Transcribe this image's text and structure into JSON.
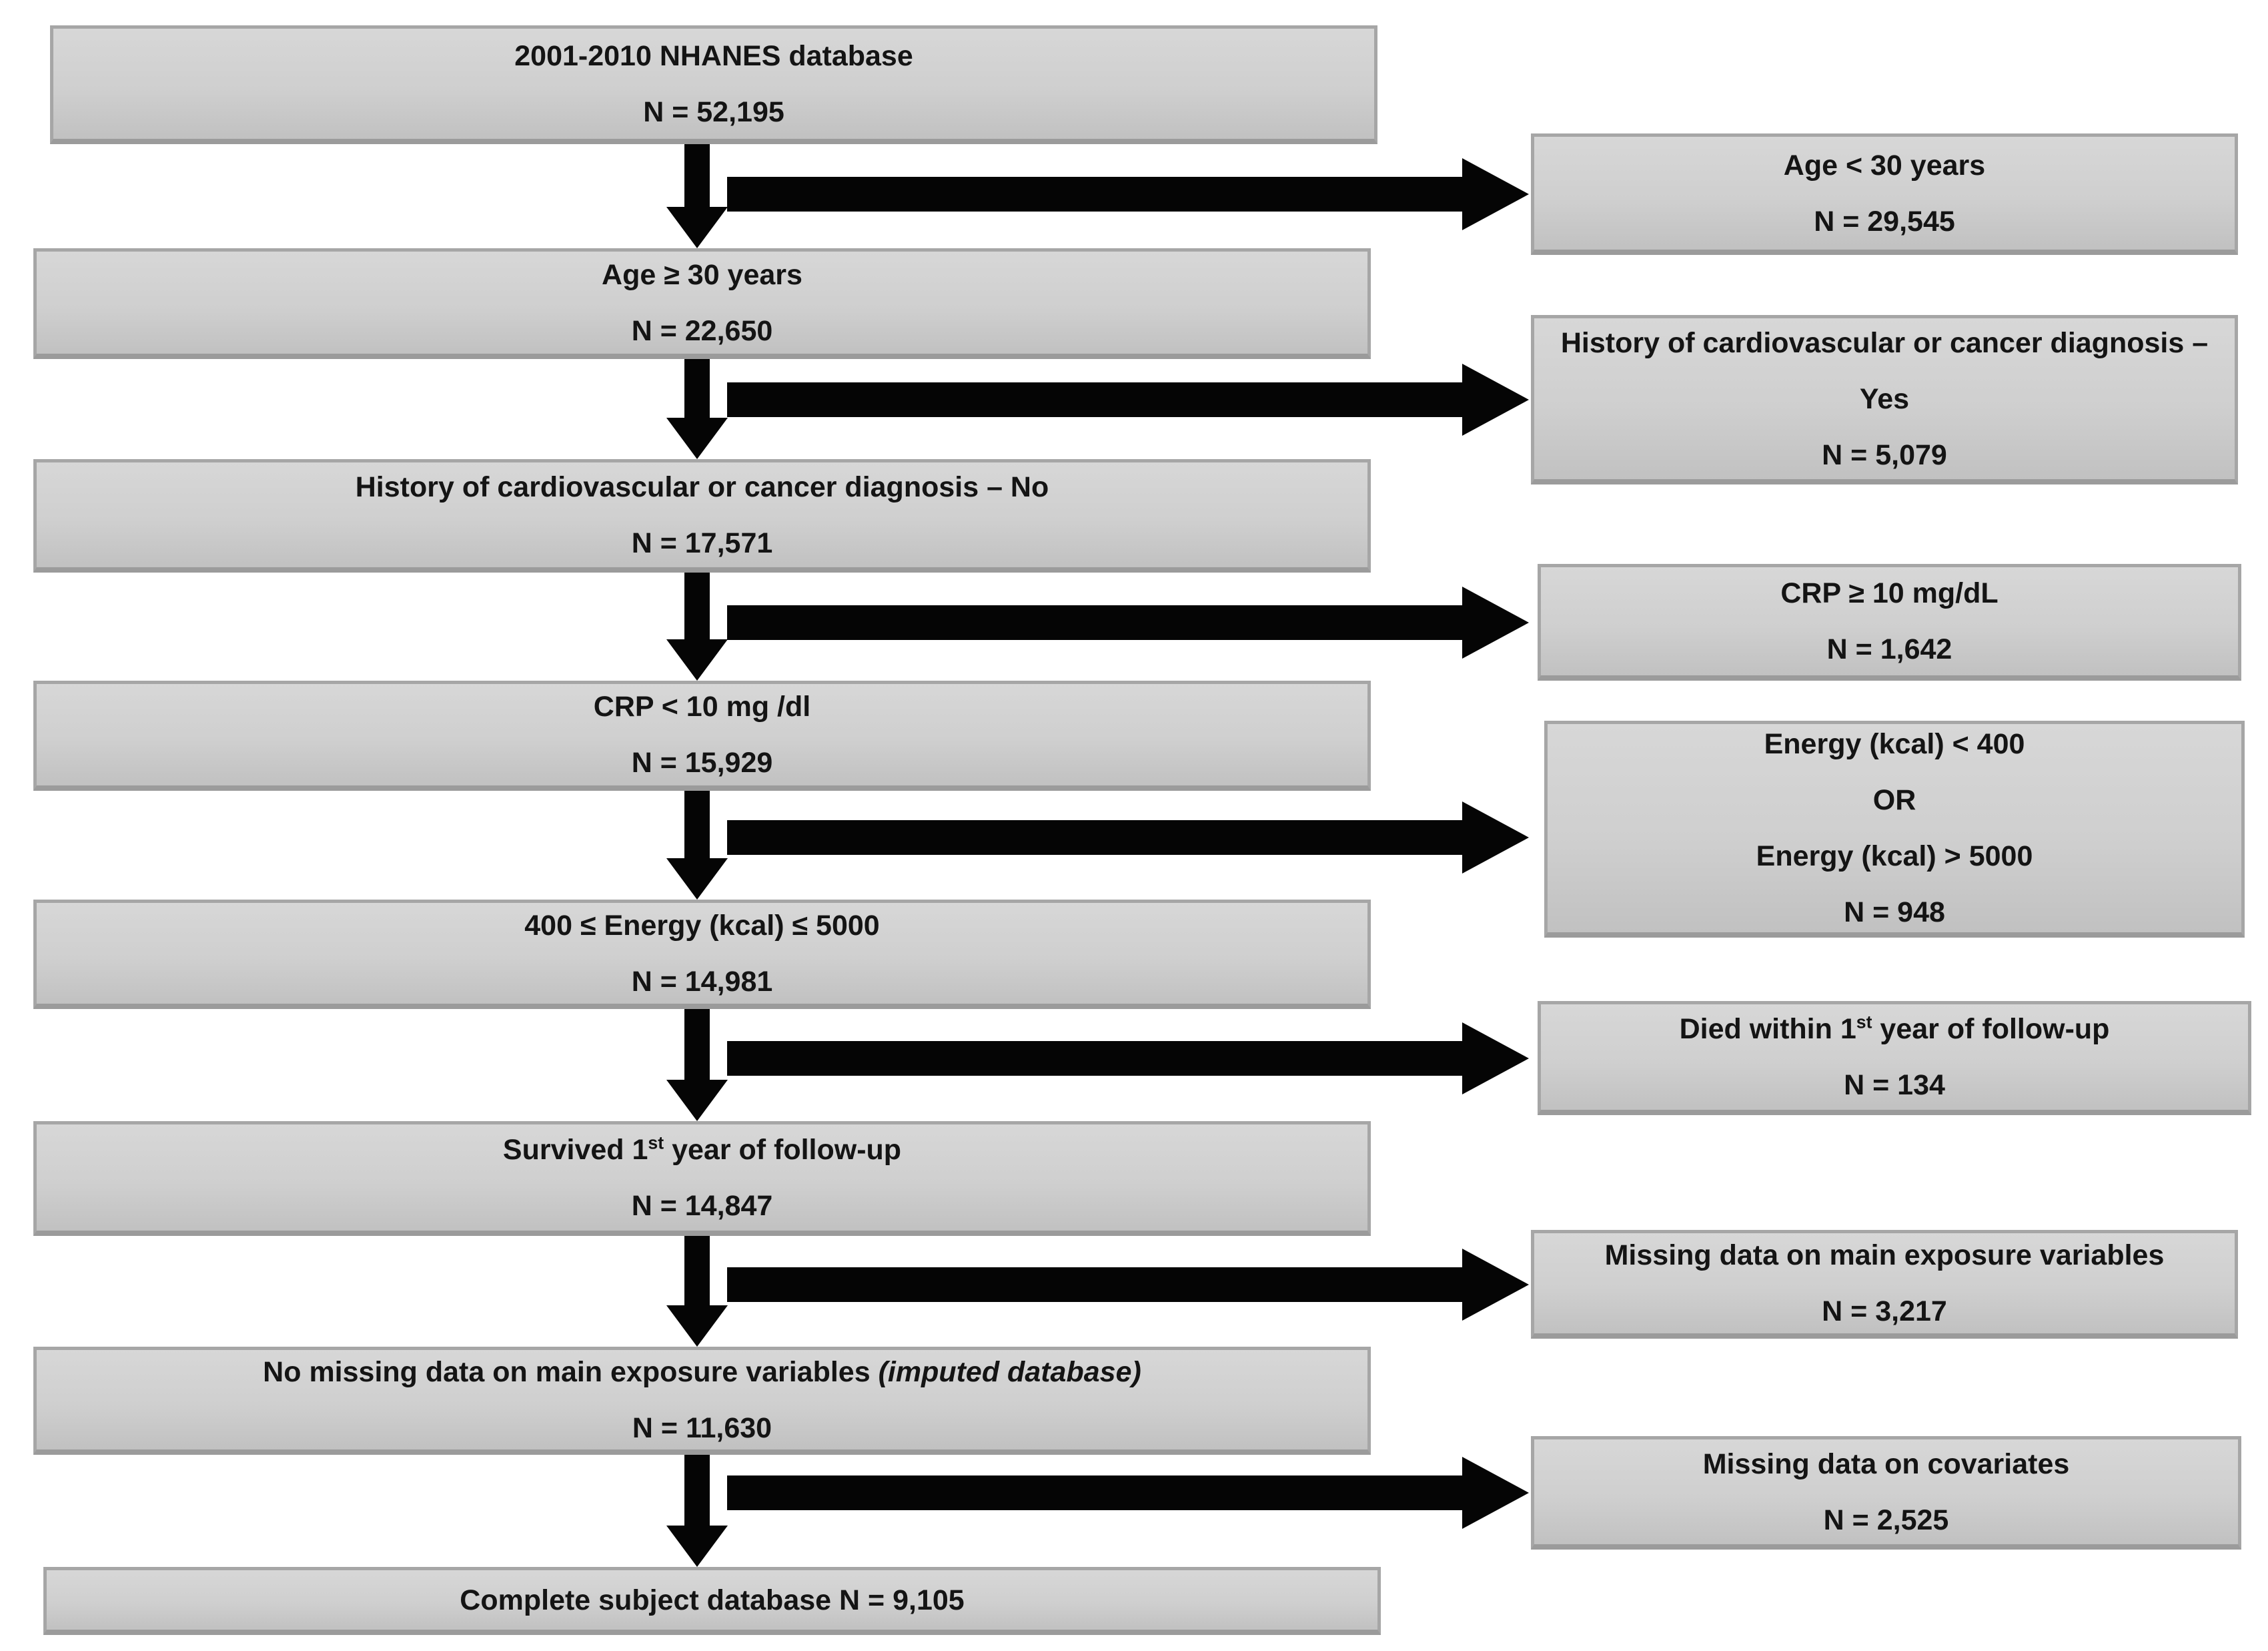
{
  "diagram": {
    "type": "flowchart",
    "description": "Participant selection flow diagram from NHANES database",
    "colors": {
      "box_fill_top": "#d7d7d7",
      "box_fill_bottom": "#c1c1c1",
      "box_border": "#a6a6a6",
      "arrow": "#050505",
      "text": "#141414",
      "background": "#ffffff"
    }
  },
  "flow": {
    "main": [
      {
        "line1": "2001-2010 NHANES database",
        "n": "N = 52,195"
      },
      {
        "line1": "Age ≥ 30 years",
        "n": "N = 22,650"
      },
      {
        "line1": "History of cardiovascular or cancer diagnosis – No",
        "n": "N = 17,571"
      },
      {
        "line1": "CRP < 10 mg /dl",
        "n": "N = 15,929"
      },
      {
        "line1": "400 ≤ Energy (kcal) ≤ 5000",
        "n": "N = 14,981"
      },
      {
        "line1_pre": "Survived 1",
        "line1_sup": "st",
        "line1_post": " year of follow-up",
        "n": "N = 14,847"
      },
      {
        "line1_pre": "No missing data on main exposure variables ",
        "line1_italic": "(imputed database)",
        "n": "N = 11,630"
      },
      {
        "line1": "Complete subject database N = 9,105"
      }
    ],
    "exclusions": [
      {
        "line1": "Age < 30 years",
        "n": "N = 29,545"
      },
      {
        "line1": "History of cardiovascular or cancer diagnosis – Yes",
        "n": "N = 5,079"
      },
      {
        "line1": "CRP ≥ 10 mg/dL",
        "n": "N = 1,642"
      },
      {
        "line1": "Energy (kcal)  < 400",
        "line2": "OR",
        "line3": "Energy (kcal)  > 5000",
        "n": "N = 948"
      },
      {
        "line1_pre": "Died within 1",
        "line1_sup": "st",
        "line1_post": " year of follow-up",
        "n": "N = 134"
      },
      {
        "line1": "Missing data on main exposure variables",
        "n": "N = 3,217"
      },
      {
        "line1": "Missing data on covariates",
        "n": "N = 2,525"
      }
    ]
  }
}
